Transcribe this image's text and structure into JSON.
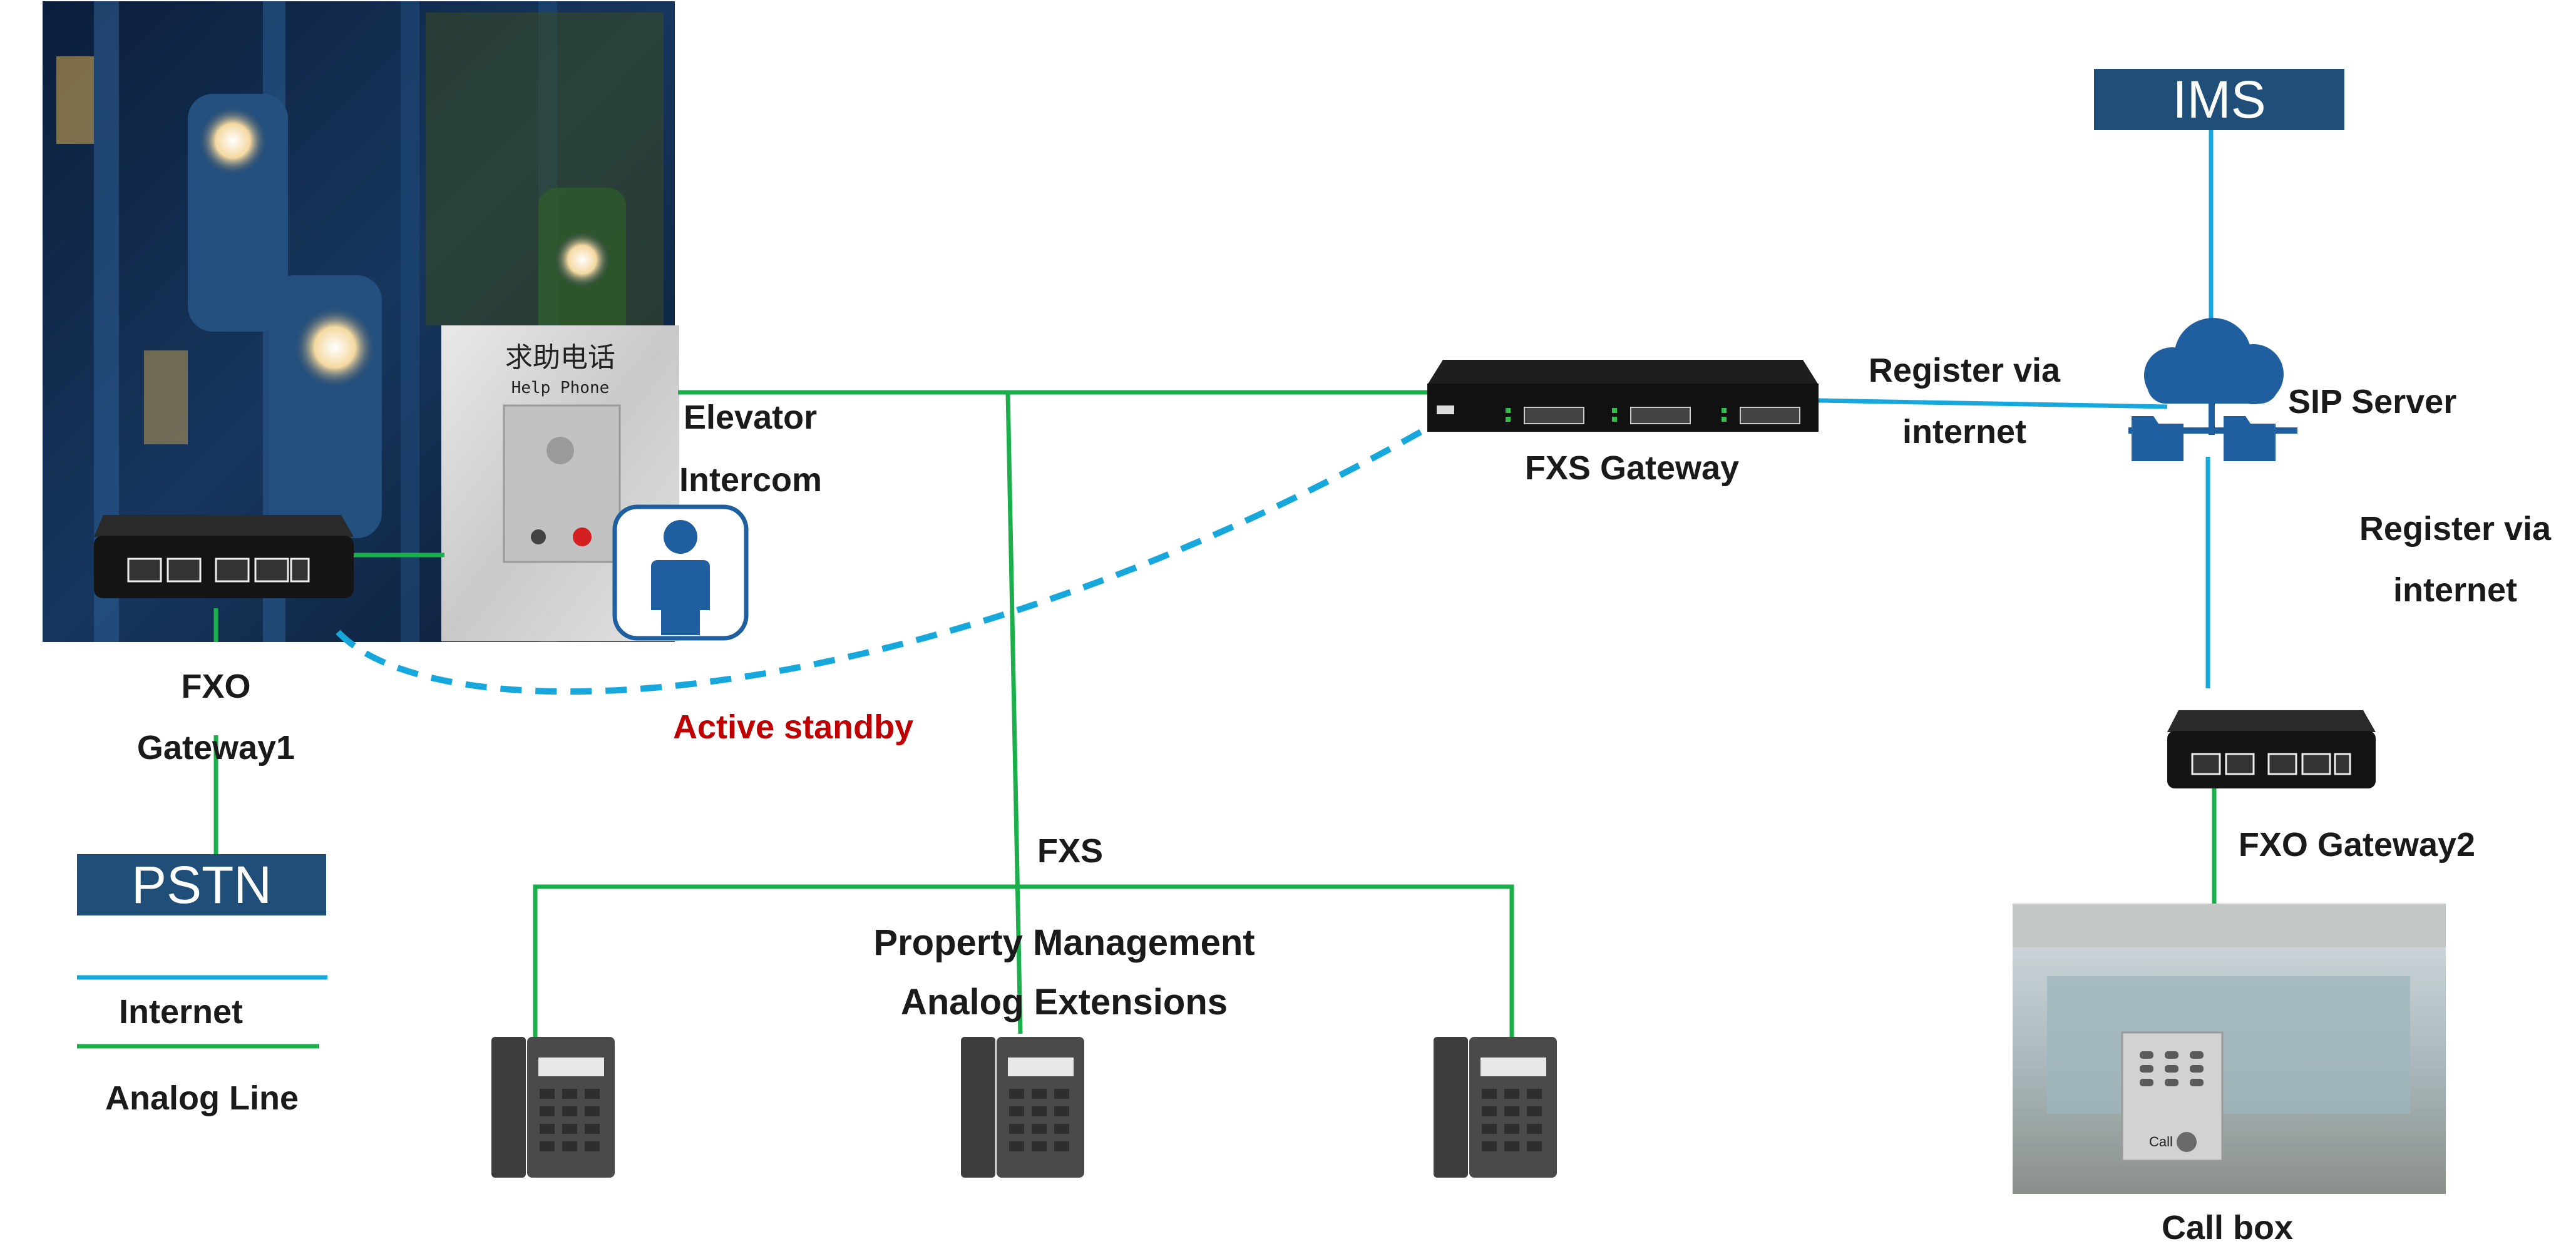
{
  "diagram": {
    "nodes": {
      "ims": "IMS",
      "sip_server": "SIP Server",
      "fxs_gateway": "FXS  Gateway",
      "fxo_gateway1_line1": "FXO",
      "fxo_gateway1_line2": "Gateway1",
      "fxo_gateway2": "FXO Gateway2",
      "pstn": "PSTN",
      "elevator_intercom_line1": "Elevator",
      "elevator_intercom_line2": "Intercom",
      "help_phone_cn": "求助电话",
      "help_phone_en": "Help Phone",
      "call_box": "Call box",
      "call_button": "Call",
      "property_mgmt_line1": "Property Management",
      "property_mgmt_line2": "Analog Extensions"
    },
    "edges": {
      "register_left_line1": "Register via",
      "register_left_line2": "internet",
      "register_right_line1": "Register via",
      "register_right_line2": "internet",
      "fxs": "FXS",
      "active_standby": "Active standby"
    },
    "legend": {
      "internet": "Internet",
      "analog_line": "Analog Line"
    },
    "colors": {
      "internet_line": "#16a7dc",
      "analog_line": "#1aaf4b",
      "box_fill": "#1f4e79",
      "standby_text": "#c00000",
      "person_icon": "#1f5fa0"
    }
  }
}
